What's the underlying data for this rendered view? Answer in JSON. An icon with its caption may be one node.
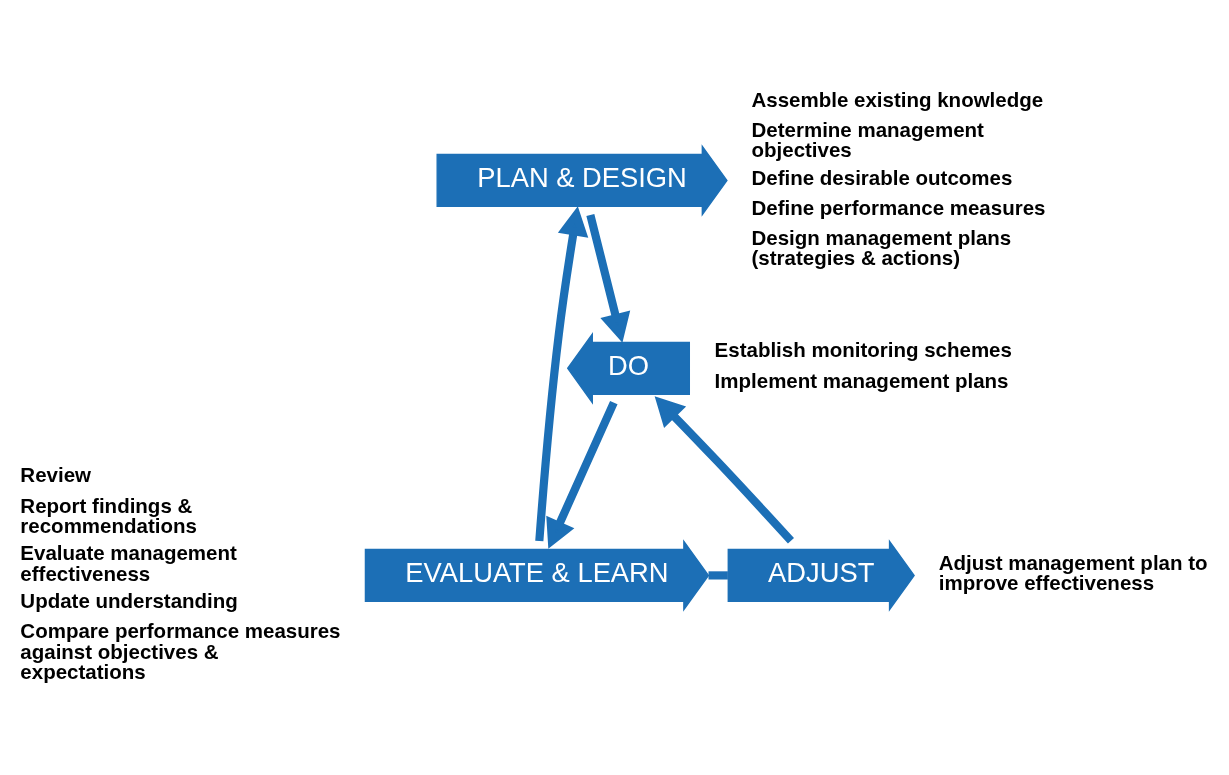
{
  "diagram": {
    "nodes": [
      {
        "text": [
          "PLAN & DESIGN"
        ],
        "beside": [
          "Assemble existing knowledge",
          "Determine management objectives",
          "Define desirable outcomes",
          "Define performance measures",
          "Design management plans (strategies & actions)"
        ]
      },
      {
        "text": [
          "DO"
        ],
        "beside": [
          "Establish monitoring schemes",
          "Implement management plans"
        ]
      },
      {
        "text": [
          "EVALUATE & LEARN"
        ],
        "beside": [
          "Review",
          "Report findings & recommendations",
          "Evaluate management effectiveness",
          "Update understanding",
          "Compare performance measures against objectives & expectations"
        ]
      },
      {
        "text": [
          "ADJUST"
        ],
        "beside": [
          "Adjust management plan to improve effectiveness"
        ]
      }
    ],
    "edges": [
      {
        "from": 0,
        "to": 1,
        "arrow": "to"
      },
      {
        "from": 1,
        "to": 2,
        "arrow": "to"
      },
      {
        "from": 2,
        "to": 0,
        "arrow": "to"
      },
      {
        "from": 2,
        "to": 3,
        "arrow": "none"
      },
      {
        "from": 3,
        "to": 1,
        "arrow": "to"
      }
    ]
  }
}
